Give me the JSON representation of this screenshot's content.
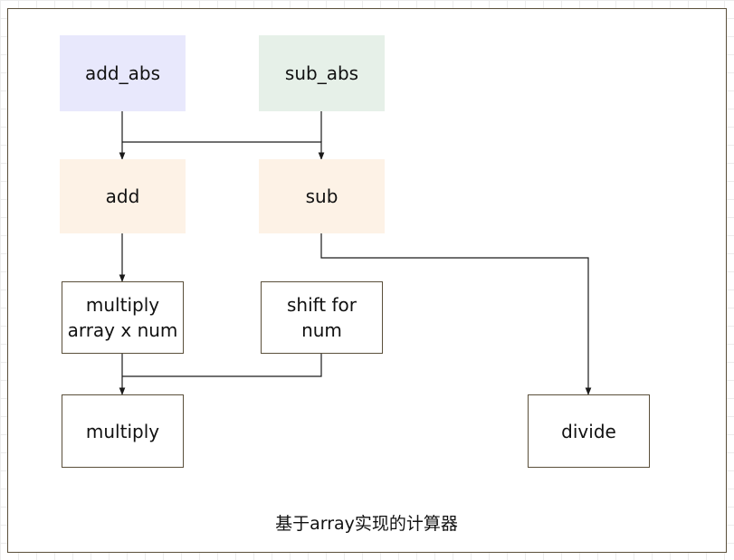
{
  "nodes": {
    "add_abs": {
      "label": "add_abs"
    },
    "sub_abs": {
      "label": "sub_abs"
    },
    "add": {
      "label": "add"
    },
    "sub": {
      "label": "sub"
    },
    "multiply_array": {
      "label": "multiply\narray x num"
    },
    "shift_for_num": {
      "label": "shift for\nnum"
    },
    "multiply": {
      "label": "multiply"
    },
    "divide": {
      "label": "divide"
    }
  },
  "caption": "基于array实现的计算器",
  "colors": {
    "add_abs_fill": "#e8e8fc",
    "sub_abs_fill": "#e6f0e8",
    "add_fill": "#fdf2e6",
    "sub_fill": "#fdf2e6",
    "border": "#5a4f3a",
    "connector": "#1a1a1a"
  }
}
